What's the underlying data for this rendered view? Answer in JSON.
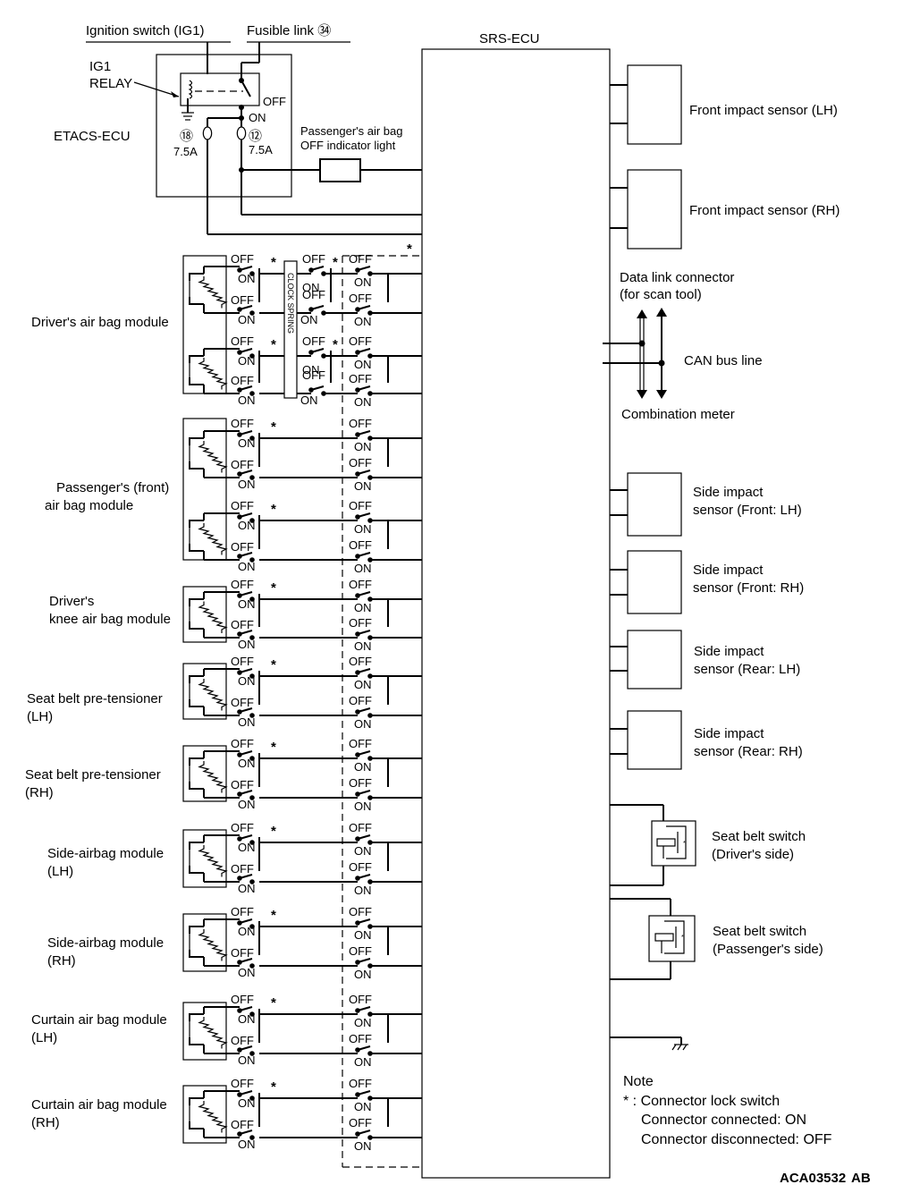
{
  "title": "SRS-ECU",
  "top": {
    "ignition": "Ignition switch (IG1)",
    "fusible": "Fusible link ㉞",
    "relay_line1": "IG1",
    "relay_line2": "RELAY",
    "etacs": "ETACS-ECU",
    "fuse18": "⑱",
    "fuse12": "⑫",
    "amp": "7.5A",
    "off": "OFF",
    "on": "ON",
    "indicator_line1": "Passenger's air bag",
    "indicator_line2": "OFF indicator light"
  },
  "modules": [
    {
      "id": "drv",
      "line1": "Driver's air bag module",
      "line2": ""
    },
    {
      "id": "pas",
      "line1": "Passenger's (front)",
      "line2": "air bag module"
    },
    {
      "id": "knee",
      "line1": "Driver's",
      "line2": "knee air bag module"
    },
    {
      "id": "sblh",
      "line1": "Seat belt pre-tensioner",
      "line2": "(LH)"
    },
    {
      "id": "sbrh",
      "line1": "Seat belt pre-tensioner",
      "line2": "(RH)"
    },
    {
      "id": "salh",
      "line1": "Side-airbag module",
      "line2": "(LH)"
    },
    {
      "id": "sarh",
      "line1": "Side-airbag module",
      "line2": "(RH)"
    },
    {
      "id": "calh",
      "line1": "Curtain air bag module",
      "line2": "(LH)"
    },
    {
      "id": "carh",
      "line1": "Curtain air bag module",
      "line2": "(RH)"
    }
  ],
  "switch": {
    "off": "OFF",
    "on": "ON",
    "star": "*"
  },
  "clock_spring": "CLOCK SPRING",
  "right": {
    "front_lh": "Front impact sensor (LH)",
    "front_rh": "Front impact sensor (RH)",
    "dlc_line1": "Data link connector",
    "dlc_line2": "(for scan tool)",
    "can": "CAN bus line",
    "meter": "Combination meter",
    "side_f_lh_1": "Side impact",
    "side_f_lh_2": "sensor (Front: LH)",
    "side_f_rh_1": "Side impact",
    "side_f_rh_2": "sensor (Front: RH)",
    "side_r_lh_1": "Side impact",
    "side_r_lh_2": "sensor (Rear: LH)",
    "side_r_rh_1": "Side impact",
    "side_r_rh_2": "sensor (Rear: RH)",
    "sbs_d_1": "Seat belt switch",
    "sbs_d_2": "(Driver's side)",
    "sbs_p_1": "Seat belt switch",
    "sbs_p_2": "(Passenger's side)"
  },
  "note": {
    "heading": "Note",
    "line1": "* : Connector lock switch",
    "line2": "Connector connected: ON",
    "line3": "Connector disconnected: OFF"
  },
  "code": "ACA03532",
  "code_suffix": "AB"
}
